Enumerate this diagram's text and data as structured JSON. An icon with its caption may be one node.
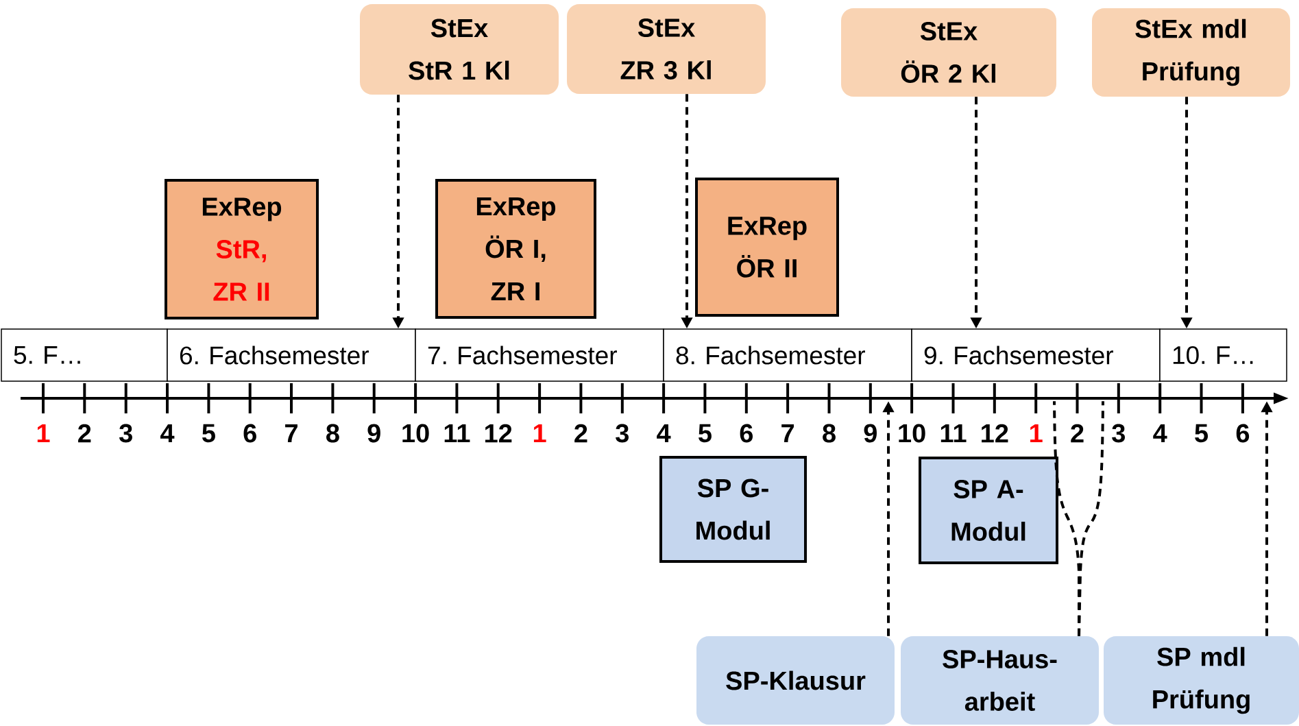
{
  "diagram": {
    "nodes": [
      {
        "text": [
          "StEx StR 1 Kl"
        ]
      },
      {
        "text": [
          "StEx ZR 3 Kl"
        ]
      },
      {
        "text": [
          "StEx ÖR 2 Kl"
        ]
      },
      {
        "text": [
          "StEx mdl Prüfung"
        ]
      },
      {
        "text": [
          "ExRep",
          "StR, ZR II"
        ]
      },
      {
        "text": [
          "ExRep ÖR I, ZR I"
        ]
      },
      {
        "text": [
          "ExRep ÖR II"
        ]
      },
      {
        "text": [
          "5. F…"
        ]
      },
      {
        "text": [
          "6. Fachsemester"
        ]
      },
      {
        "text": [
          "7. Fachsemester"
        ]
      },
      {
        "text": [
          "8. Fachsemester"
        ]
      },
      {
        "text": [
          "9. Fachsemester"
        ]
      },
      {
        "text": [
          "10. F…"
        ]
      },
      {
        "text": [],
        "shape": "arrow"
      },
      {
        "text": [
          "SP G- Modul"
        ]
      },
      {
        "text": [
          "SP A- Modul"
        ]
      },
      {
        "text": [
          "SP-Klausur"
        ]
      },
      {
        "text": [
          "SP-Haus- arbeit"
        ]
      },
      {
        "text": [
          "SP mdl Prüfung"
        ]
      }
    ],
    "edges": [
      {
        "from": 0,
        "to": 8,
        "arrow": "to",
        "style": "dashed"
      },
      {
        "from": 1,
        "to": 10,
        "arrow": "to",
        "style": "dashed"
      },
      {
        "from": 2,
        "to": 11,
        "arrow": "to",
        "style": "dashed"
      },
      {
        "from": 3,
        "to": 12,
        "arrow": "to",
        "style": "dashed"
      },
      {
        "from": 16,
        "to": 13,
        "arrow": "to",
        "style": "dashed"
      },
      {
        "from": 17,
        "to": 13,
        "arrow": "none",
        "style": "dashed"
      },
      {
        "from": 17,
        "to": 13,
        "arrow": "none",
        "style": "dashed"
      },
      {
        "from": 18,
        "to": 13,
        "arrow": "to",
        "style": "dashed"
      }
    ],
    "labels": [
      "1",
      "2",
      "3",
      "4",
      "5",
      "6",
      "7",
      "8",
      "9",
      "10",
      "11",
      "12",
      "1",
      "2",
      "3",
      "4",
      "5",
      "6",
      "7",
      "8",
      "9",
      "10",
      "11",
      "12",
      "1",
      "2",
      "3",
      "4",
      "5",
      "6"
    ]
  }
}
